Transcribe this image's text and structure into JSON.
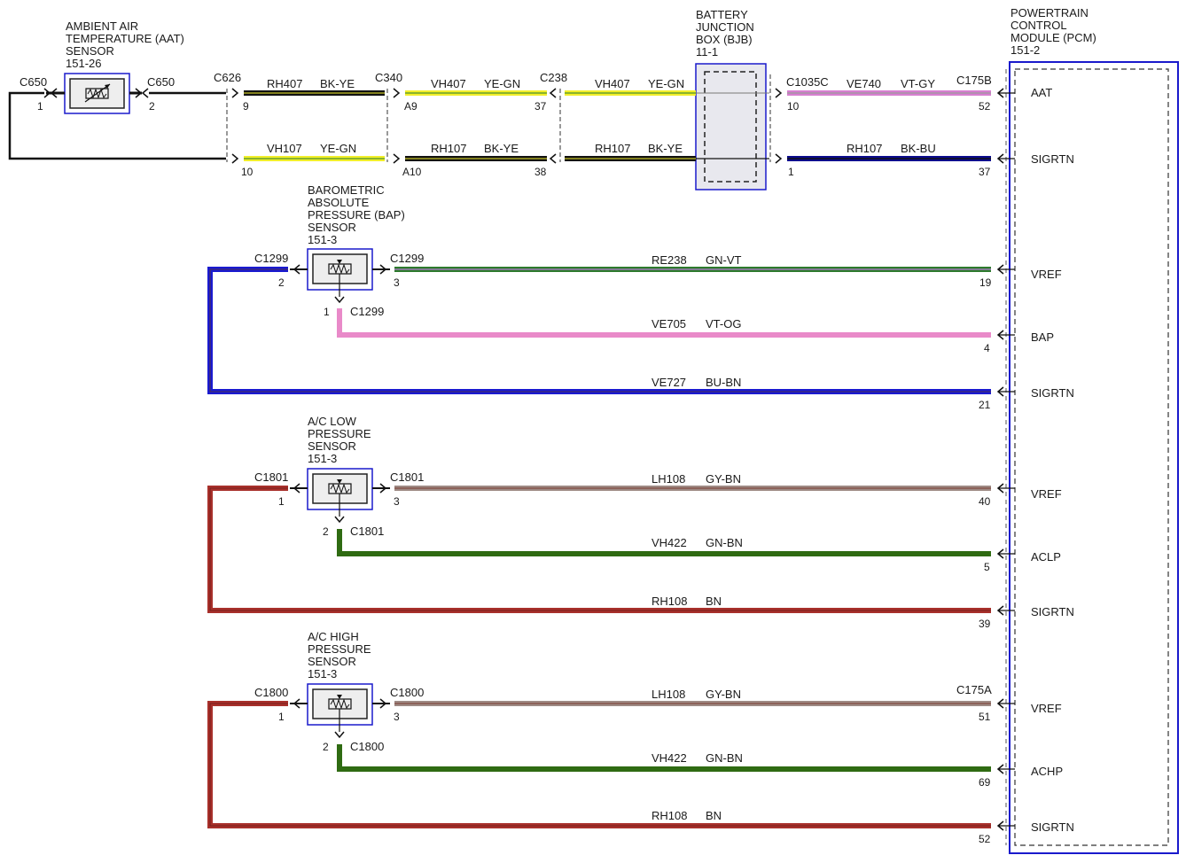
{
  "components": {
    "aat": {
      "lines": [
        "AMBIENT AIR",
        "TEMPERATURE (AAT)",
        "SENSOR",
        "151-26"
      ]
    },
    "bjb": {
      "lines": [
        "BATTERY",
        "JUNCTION",
        "BOX (BJB)",
        "11-1"
      ]
    },
    "pcm": {
      "lines": [
        "POWERTRAIN",
        "CONTROL",
        "MODULE (PCM)",
        "151-2"
      ]
    },
    "bap": {
      "lines": [
        "BAROMETRIC",
        "ABSOLUTE",
        "PRESSURE (BAP)",
        "SENSOR",
        "151-3"
      ]
    },
    "aclp": {
      "lines": [
        "A/C LOW",
        "PRESSURE",
        "SENSOR",
        "151-3"
      ]
    },
    "achp": {
      "lines": [
        "A/C HIGH",
        "PRESSURE",
        "SENSOR",
        "151-3"
      ]
    }
  },
  "connectors": {
    "c650_left": "C650",
    "c650_right": "C650",
    "c626": "C626",
    "c340": "C340",
    "c238": "C238",
    "c1035c": "C1035C",
    "c175b": "C175B",
    "c175a": "C175A",
    "c1299_left": "C1299",
    "c1299_right": "C1299",
    "c1299_bottom": "C1299",
    "c1801_left": "C1801",
    "c1801_right": "C1801",
    "c1801_bottom": "C1801",
    "c1800_left": "C1800",
    "c1800_right": "C1800",
    "c1800_bottom": "C1800"
  },
  "pins": {
    "c650_1": "1",
    "c650_2": "2",
    "c626_9": "9",
    "c626_10": "10",
    "c340_a9": "A9",
    "c340_a10": "A10",
    "c238_37": "37",
    "c238_38": "38",
    "c1035c_10": "10",
    "c1035c_1": "1",
    "pcm_52": "52",
    "pcm_37": "37",
    "pcm_19": "19",
    "pcm_4": "4",
    "pcm_21": "21",
    "pcm_40": "40",
    "pcm_5": "5",
    "pcm_39": "39",
    "pcm_51": "51",
    "pcm_69": "69",
    "pcm_52b": "52",
    "bap_2": "2",
    "bap_3": "3",
    "bap_1": "1",
    "aclp_1": "1",
    "aclp_3": "3",
    "aclp_2": "2",
    "achp_1": "1",
    "achp_3": "3",
    "achp_2": "2"
  },
  "wires": {
    "w1": {
      "circuit": "RH407",
      "color": "BK-YE"
    },
    "w2": {
      "circuit": "VH407",
      "color": "YE-GN"
    },
    "w3": {
      "circuit": "VH407",
      "color": "YE-GN"
    },
    "w4": {
      "circuit": "VE740",
      "color": "VT-GY"
    },
    "w5": {
      "circuit": "VH107",
      "color": "YE-GN"
    },
    "w6": {
      "circuit": "RH107",
      "color": "BK-YE"
    },
    "w7": {
      "circuit": "RH107",
      "color": "BK-YE"
    },
    "w8": {
      "circuit": "RH107",
      "color": "BK-BU"
    },
    "w9": {
      "circuit": "RE238",
      "color": "GN-VT"
    },
    "w10": {
      "circuit": "VE705",
      "color": "VT-OG"
    },
    "w11": {
      "circuit": "VE727",
      "color": "BU-BN"
    },
    "w12": {
      "circuit": "LH108",
      "color": "GY-BN"
    },
    "w13": {
      "circuit": "VH422",
      "color": "GN-BN"
    },
    "w14": {
      "circuit": "RH108",
      "color": "BN"
    },
    "w15": {
      "circuit": "LH108",
      "color": "GY-BN"
    },
    "w16": {
      "circuit": "VH422",
      "color": "GN-BN"
    },
    "w17": {
      "circuit": "RH108",
      "color": "BN"
    }
  },
  "signals": {
    "aat": "AAT",
    "sigrtn1": "SIGRTN",
    "vref1": "VREF",
    "bap": "BAP",
    "sigrtn2": "SIGRTN",
    "vref2": "VREF",
    "aclp": "ACLP",
    "sigrtn3": "SIGRTN",
    "vref3": "VREF",
    "achp": "ACHP",
    "sigrtn4": "SIGRTN"
  },
  "colors": {
    "border_blue": "#1a1acc",
    "black": "#111111",
    "yellow": "#f2ef2a",
    "violet_gray": "#d77fd0",
    "dark_blue": "#0a0a8c",
    "green": "#2d7a2d",
    "pink": "#e98ac9",
    "blue": "#1a1ad0",
    "gray_brown": "#9e8a84",
    "dark_green": "#2f6b12",
    "brown_red": "#a8302b"
  }
}
